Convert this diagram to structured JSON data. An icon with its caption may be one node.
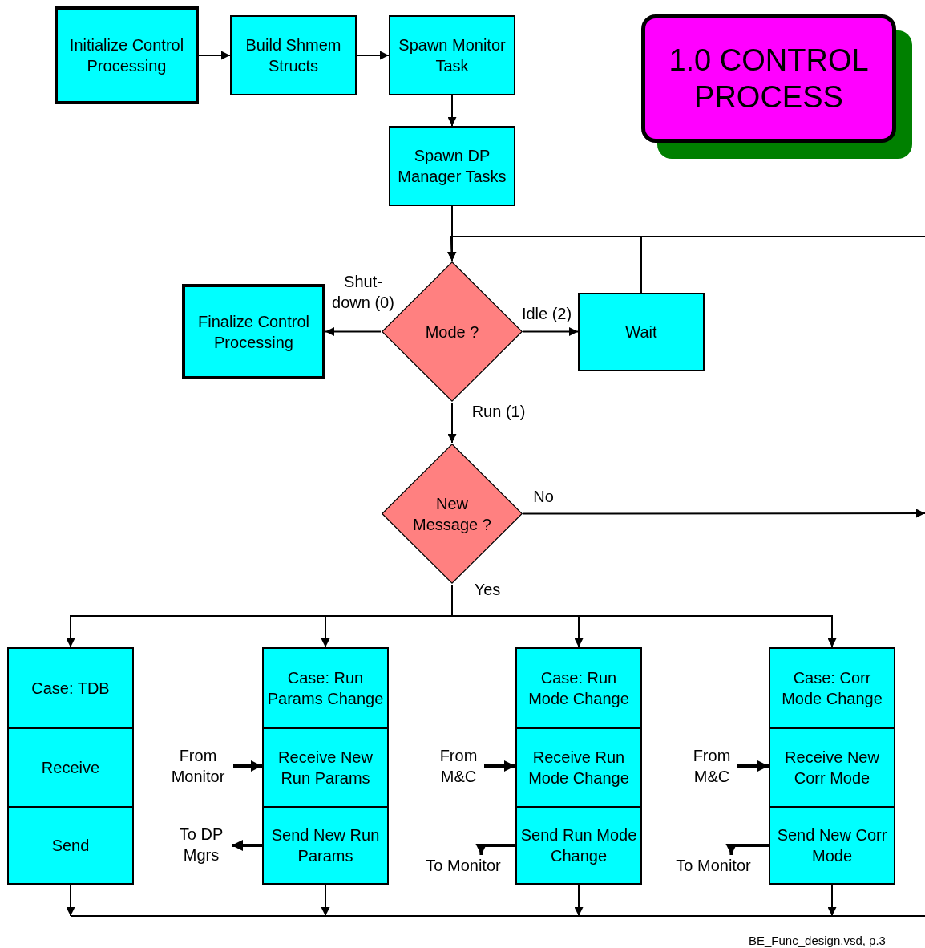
{
  "diagram": {
    "title": "1.0 CONTROL PROCESS",
    "nodes": [
      {
        "text": [
          "Initialize Control Processing"
        ]
      },
      {
        "text": [
          "Build Shmem Structs"
        ]
      },
      {
        "text": [
          "Spawn Monitor  Task"
        ]
      },
      {
        "text": [
          "Spawn DP Manager Tasks"
        ]
      },
      {
        "text": [
          "Finalize Control Processing"
        ]
      },
      {
        "text": [
          "Mode ?"
        ]
      },
      {
        "text": [
          "Wait"
        ]
      },
      {
        "text": [
          "New Message ?"
        ]
      },
      {
        "text": [
          "Case: TDB"
        ]
      },
      {
        "text": [
          "Receive"
        ]
      },
      {
        "text": [
          "Send"
        ]
      },
      {
        "text": [
          "Case: Run Params Change"
        ]
      },
      {
        "text": [
          "Receive New Run  Params"
        ]
      },
      {
        "text": [
          "Send New Run Params"
        ]
      },
      {
        "text": [
          "Case: Run Mode Change"
        ]
      },
      {
        "text": [
          "Receive Run Mode Change"
        ]
      },
      {
        "text": [
          "Send Run Mode Change"
        ]
      },
      {
        "text": [
          "Case: Corr Mode Change"
        ]
      },
      {
        "text": [
          "Receive New Corr Mode"
        ]
      },
      {
        "text": [
          "Send New Corr Mode"
        ]
      },
      {
        "text": [
          "From Monitor"
        ]
      },
      {
        "text": [
          "To DP Mgrs"
        ]
      },
      {
        "text": [
          "From M&C"
        ]
      },
      {
        "text": [
          "To Monitor"
        ]
      },
      {
        "text": [
          "From M&C"
        ]
      },
      {
        "text": [
          "To Monitor"
        ]
      }
    ],
    "edges": [
      {
        "from": 0,
        "to": 1,
        "arrow": "to"
      },
      {
        "from": 1,
        "to": 2,
        "arrow": "to"
      },
      {
        "from": 2,
        "to": 3,
        "arrow": "to"
      },
      {
        "from": 3,
        "to": 5,
        "arrow": "to"
      },
      {
        "from": null,
        "to": 5,
        "arrow": "to"
      },
      {
        "from": 6,
        "to": 5,
        "arrow": "to"
      },
      {
        "from": 5,
        "to": 4,
        "arrow": "to",
        "label": "Shut- down (0)"
      },
      {
        "from": 5,
        "to": 6,
        "arrow": "to",
        "label": "Idle (2)"
      },
      {
        "from": 5,
        "to": 7,
        "arrow": "to",
        "label": "Run (1)"
      },
      {
        "from": 7,
        "to": null,
        "arrow": "to",
        "label": "No"
      },
      {
        "from": 7,
        "to": 8,
        "arrow": "to",
        "label": "Yes"
      },
      {
        "from": 7,
        "to": 11,
        "arrow": "to"
      },
      {
        "from": 7,
        "to": 14,
        "arrow": "to"
      },
      {
        "from": 7,
        "to": 17,
        "arrow": "to"
      },
      {
        "from": 10,
        "to": null,
        "arrow": "to"
      },
      {
        "from": 13,
        "to": null,
        "arrow": "to"
      },
      {
        "from": 16,
        "to": null,
        "arrow": "to"
      },
      {
        "from": 19,
        "to": null,
        "arrow": "to"
      },
      {
        "from": 20,
        "to": 12,
        "arrow": "to",
        "style": "thick"
      },
      {
        "from": 13,
        "to": 21,
        "arrow": "to",
        "style": "thick"
      },
      {
        "from": 22,
        "to": 15,
        "arrow": "to",
        "style": "thick"
      },
      {
        "from": 16,
        "to": 23,
        "arrow": "to",
        "style": "thick"
      },
      {
        "from": 24,
        "to": 18,
        "arrow": "to",
        "style": "thick"
      },
      {
        "from": 19,
        "to": 25,
        "arrow": "to",
        "style": "thick"
      }
    ],
    "labels": [
      "BE_Func_design.vsd, p.3"
    ]
  }
}
